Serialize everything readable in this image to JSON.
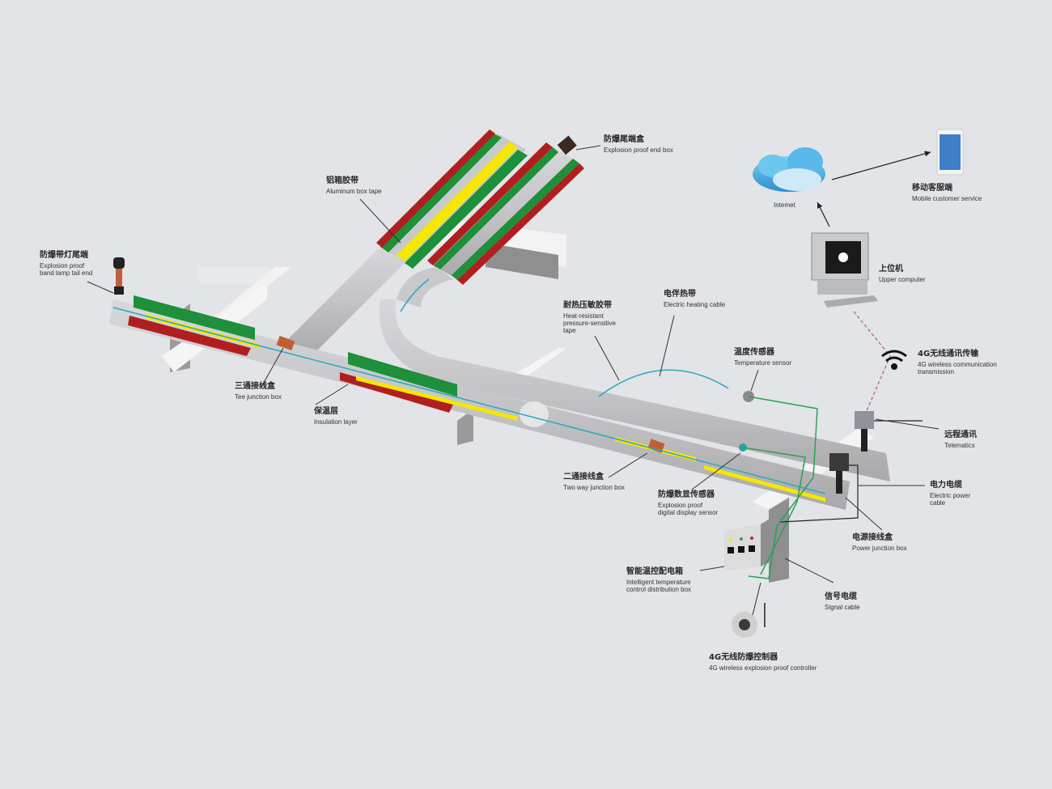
{
  "diagram": {
    "type": "pipeline heat tracing system",
    "colors": {
      "background": "#e2e4e7",
      "pipe": "#c9c9cb",
      "insulation_green": "#1e8f3a",
      "insulation_red": "#b01f1f",
      "tape_yellow": "#f5e800",
      "heating_cable": "#2aa7c0",
      "clip_blue": "#2b2f8f",
      "signal_green": "#2aa05a",
      "wireless_dash": "#b4537a"
    },
    "labels": {
      "band_lamp_tail": {
        "zh": "防爆带灯尾端",
        "en1": "Explosion proof",
        "en2": "band lamp tail end"
      },
      "aluminum_tape": {
        "zh": "铝箱胶带",
        "en1": "Aluminum box tape"
      },
      "end_box": {
        "zh": "防爆尾端盒",
        "en1": "Explosion proof end box"
      },
      "tee_junction": {
        "zh": "三通接线盒",
        "en1": "Tee junction box"
      },
      "insulation": {
        "zh": "保温层",
        "en1": "Insulation layer"
      },
      "heat_tape": {
        "zh": "耐热压敏胶带",
        "en1": "Heat-resistant",
        "en2": "pressure-sensitive",
        "en3": "tape"
      },
      "heating_cable": {
        "zh": "电伴热带",
        "en1": "Electric heating cable"
      },
      "temp_sensor": {
        "zh": "温度传感器",
        "en1": "Temperature sensor"
      },
      "two_way_junction": {
        "zh": "二通接线盒",
        "en1": "Two way junction box"
      },
      "digital_sensor": {
        "zh": "防爆数显传感器",
        "en1": "Explosion proof",
        "en2": "digital display sensor"
      },
      "internet": {
        "en1": "Intemet"
      },
      "mobile": {
        "zh": "移动客服端",
        "en1": "Mobile customer service"
      },
      "upper_computer": {
        "zh": "上位机",
        "en1": "Upper computer"
      },
      "wireless": {
        "zh": "4G无线通讯传输",
        "en1": "4G wireless communication",
        "en2": "transmission"
      },
      "telematics": {
        "zh": "远程通讯",
        "en1": "Telematics"
      },
      "power_cable": {
        "zh": "电力电缆",
        "en1": "Electric power",
        "en2": "cable"
      },
      "power_junction": {
        "zh": "电源接线盒",
        "en1": "Power junction box"
      },
      "control_box": {
        "zh": "智能温控配电箱",
        "en1": "Intelligent temperature",
        "en2": "control distribution box"
      },
      "signal_cable": {
        "zh": "信号电缆",
        "en1": "Signal cable"
      },
      "controller": {
        "zh": "4G无线防爆控制器",
        "en1": "4G wireless explosion proof controller"
      }
    }
  }
}
